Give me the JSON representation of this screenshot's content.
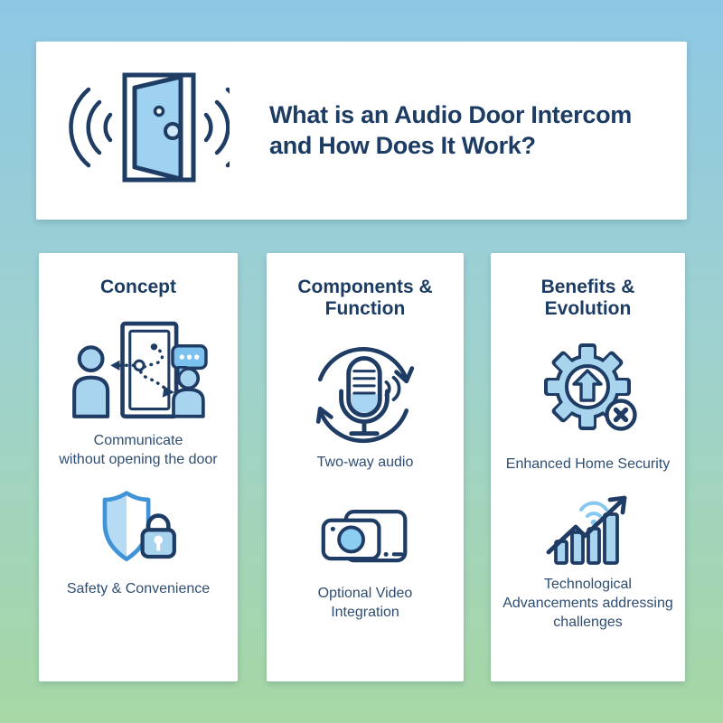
{
  "background": {
    "gradient_top": "#8dc7e4",
    "gradient_middle": "#9fd2cf",
    "gradient_bottom": "#a6d7a4"
  },
  "palette": {
    "navy_outline": "#1e3c64",
    "heading_text": "#1c3c64",
    "body_text": "#2e4d72",
    "light_blue_fill": "#a8d4f0",
    "accent_blue": "#7dc2ee",
    "card_background": "#ffffff"
  },
  "header": {
    "icon": "door-sound-waves-icon",
    "title": "What is an Audio Door Intercom\nand How Does It Work?"
  },
  "columns": [
    {
      "heading": "Concept",
      "items": [
        {
          "icon": "door-conversation-icon",
          "label": "Communicate\nwithout opening the door"
        },
        {
          "icon": "shield-lock-icon",
          "label": "Safety & Convenience"
        }
      ]
    },
    {
      "heading": "Components &\nFunction",
      "items": [
        {
          "icon": "two-way-audio-microphone-icon",
          "label": "Two-way audio"
        },
        {
          "icon": "video-camera-icon",
          "label": "Optional Video\nIntegration"
        }
      ]
    },
    {
      "heading": "Benefits &\nEvolution",
      "items": [
        {
          "icon": "gear-upgrade-icon",
          "label": "Enhanced Home Security"
        },
        {
          "icon": "growth-chart-icon",
          "label": "Technological\nAdvancements addressing\nchallenges"
        }
      ]
    }
  ]
}
